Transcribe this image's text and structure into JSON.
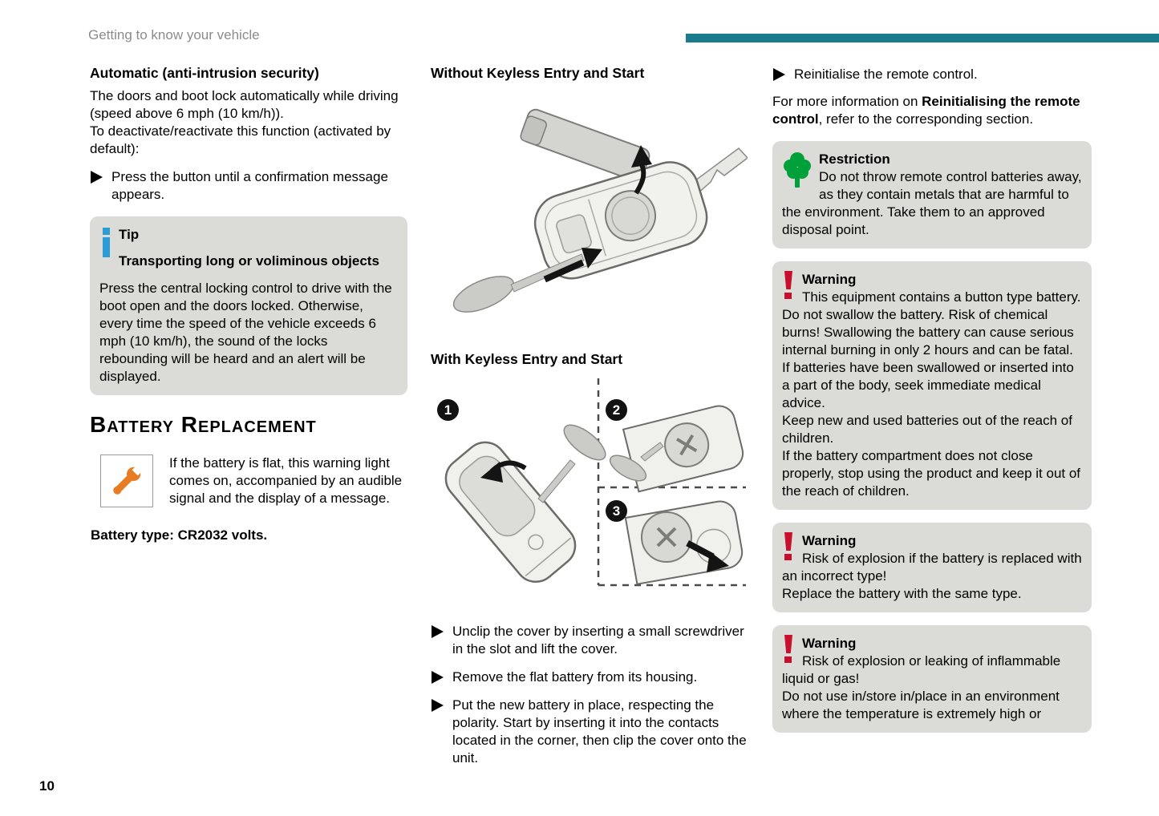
{
  "page": {
    "header_title": "Getting to know your vehicle",
    "page_number": "10"
  },
  "colors": {
    "accent_teal": "#1a7b8e",
    "box_gray": "#dbdbd7",
    "tip_blue": "#2d9bd5",
    "restriction_green": "#00a13a",
    "warning_red": "#c8102e",
    "wrench_orange": "#e87c22"
  },
  "left": {
    "auto_heading": "Automatic (anti-intrusion security)",
    "auto_p1": "The doors and boot lock automatically while driving (speed above 6 mph (10 km/h)).",
    "auto_p2": "To deactivate/reactivate this function (activated by default):",
    "auto_bullet": "Press the button until a confirmation message appears.",
    "tip": {
      "title": "Tip",
      "subtitle": "Transporting long or voliminous objects",
      "body": "Press the central locking control to drive with the boot open and the doors locked. Otherwise, every time the speed of the vehicle exceeds 6 mph (10 km/h), the sound of the locks rebounding will be heard and an alert will be displayed."
    },
    "battery": {
      "heading": "Battery Replacement",
      "warning_text": "If the battery is flat, this warning light comes on, accompanied by an audible signal and the display of a message.",
      "battery_type": "Battery type: CR2032 volts."
    }
  },
  "middle": {
    "heading_without": "Without Keyless Entry and Start",
    "heading_with": "With Keyless Entry and Start",
    "steps": [
      "1",
      "2",
      "3"
    ],
    "bullets": [
      "Unclip the cover by inserting a small screwdriver in the slot and lift the cover.",
      "Remove the flat battery from its housing.",
      "Put the new battery in place, respecting the polarity. Start by inserting it into the contacts located in the corner, then clip the cover onto the unit."
    ]
  },
  "right": {
    "bullet": "Reinitialise the remote control.",
    "info_p1": "For more information on ",
    "info_bold": "Reinitialising the remote control",
    "info_p2": ", refer to the corresponding section.",
    "restriction": {
      "title": "Restriction",
      "body": "Do not throw remote control batteries away, as they contain metals that are harmful to the environment. Take them to an approved disposal point."
    },
    "warnings": [
      {
        "title": "Warning",
        "paragraphs": [
          "This equipment contains a button type battery.",
          "Do not swallow the battery. Risk of chemical burns! Swallowing the battery can cause serious internal burning in only 2 hours and can be fatal.",
          "If batteries have been swallowed or inserted into a part of the body, seek immediate medical advice.",
          "Keep new and used batteries out of the reach of children.",
          "If the battery compartment does not close properly, stop using the product and keep it out of the reach of children."
        ]
      },
      {
        "title": "Warning",
        "paragraphs": [
          "Risk of explosion if the battery is replaced with an incorrect type!",
          "Replace the battery with the same type."
        ]
      },
      {
        "title": "Warning",
        "paragraphs": [
          "Risk of explosion or leaking of inflammable liquid or gas!",
          "Do not use in/store in/place in an environment where the temperature is extremely high or"
        ]
      }
    ]
  }
}
